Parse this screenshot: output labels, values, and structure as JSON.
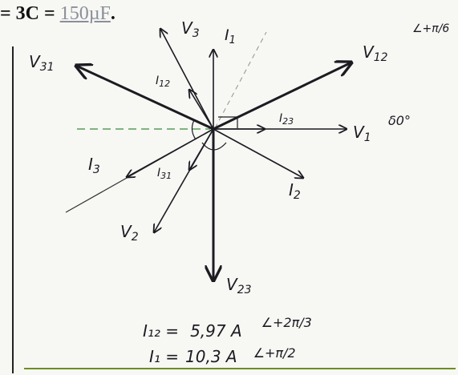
{
  "header": {
    "prefix": "= 3C = ",
    "value": "150µF",
    "suffix": "."
  },
  "phasors": {
    "V1": {
      "label": "V",
      "sub": "1",
      "angle": "δ0°"
    },
    "V12": {
      "label": "V",
      "sub": "12",
      "angle": "∠+π/6"
    },
    "V23": {
      "label": "V",
      "sub": "23"
    },
    "V31": {
      "label": "V",
      "sub": "31"
    },
    "V2": {
      "label": "V",
      "sub": "2"
    },
    "V3": {
      "label": "V",
      "sub": "3"
    },
    "I1": {
      "label": "I",
      "sub": "1"
    },
    "I2": {
      "label": "I",
      "sub": "2"
    },
    "I3": {
      "label": "I",
      "sub": "3"
    },
    "I12": {
      "label": "I",
      "sub": "12"
    },
    "I23": {
      "label": "I",
      "sub": "23"
    },
    "I31": {
      "label": "I",
      "sub": "31"
    }
  },
  "results": {
    "line1": {
      "lhs": "I₁₂ =",
      "value": "5,97 A",
      "angle": "∠+2π/3"
    },
    "line2": {
      "lhs": "I₁ =",
      "value": "10,3 A",
      "angle": "∠+π/2"
    }
  }
}
